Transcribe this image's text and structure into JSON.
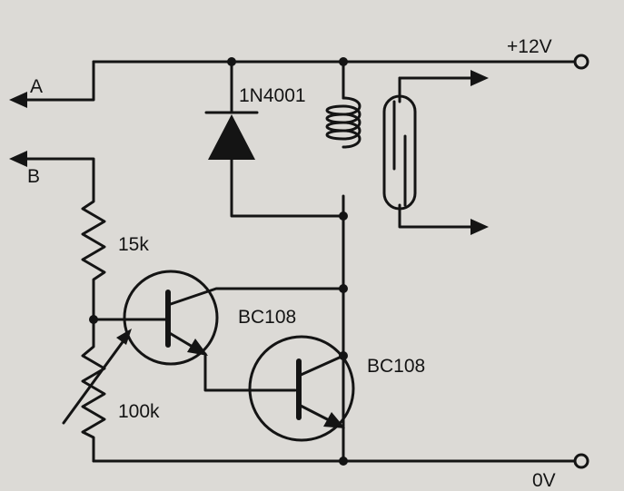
{
  "labels": {
    "terminal_a": "A",
    "terminal_b": "B",
    "supply_positive": "+12V",
    "supply_zero": "0V",
    "diode": "1N4001",
    "resistor_fixed": "15k",
    "resistor_variable": "100k",
    "transistor_1": "BC108",
    "transistor_2": "BC108"
  },
  "colors": {
    "paper": "#dcdad6",
    "ink": "#141414"
  }
}
